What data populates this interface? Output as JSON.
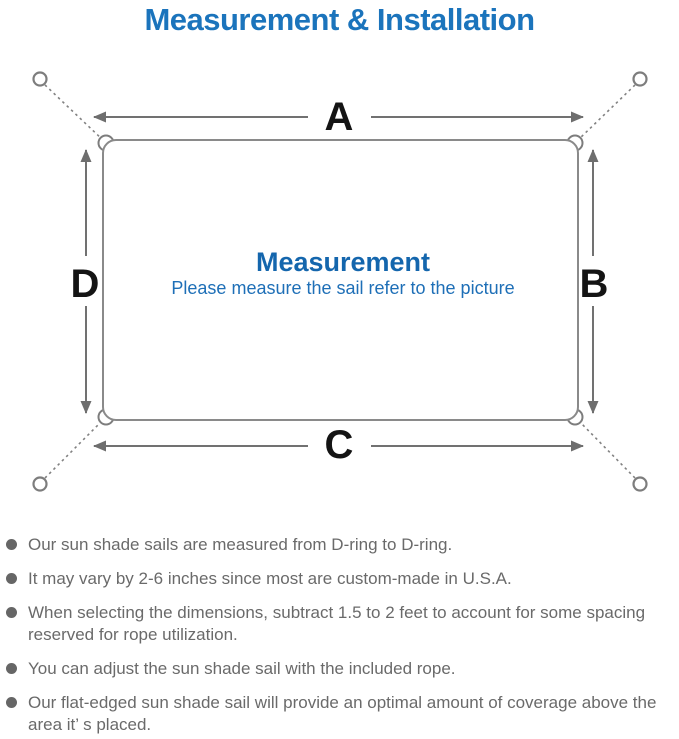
{
  "page": {
    "title": "Measurement & Installation"
  },
  "diagram": {
    "edge_labels": {
      "top": "A",
      "right": "B",
      "bottom": "C",
      "left": "D"
    },
    "center": {
      "heading": "Measurement",
      "subtitle": "Please measure the sail refer to the picture"
    }
  },
  "notes": [
    "Our sun shade sails are measured from D-ring to D-ring.",
    "It may vary by 2-6 inches since most are custom-made in U.S.A.",
    "When selecting the dimensions, subtract 1.5 to 2 feet to account for some spacing reserved for rope utilization.",
    "You can adjust the sun shade sail with the included rope.",
    "Our flat-edged sun shade sail will provide an optimal amount of coverage above the area it’ s placed."
  ],
  "colors": {
    "title_blue": "#1b74bc",
    "heading_blue": "#1466ad",
    "subtitle_blue": "#1e6fb7",
    "text_gray": "#6a6a6a",
    "line_gray": "#8a8a8a",
    "label_black": "#141414"
  }
}
